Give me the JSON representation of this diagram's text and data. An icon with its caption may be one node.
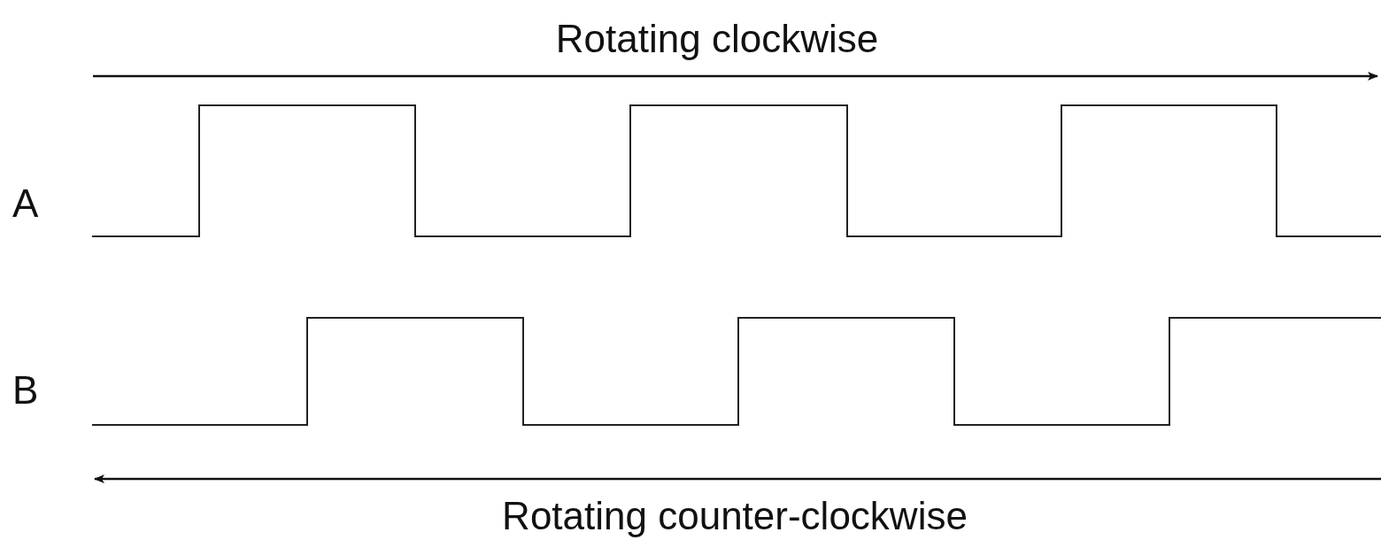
{
  "diagram": {
    "labels": [
      "Rotating clockwise",
      "A",
      "B",
      "Rotating counter-clockwise"
    ]
  }
}
